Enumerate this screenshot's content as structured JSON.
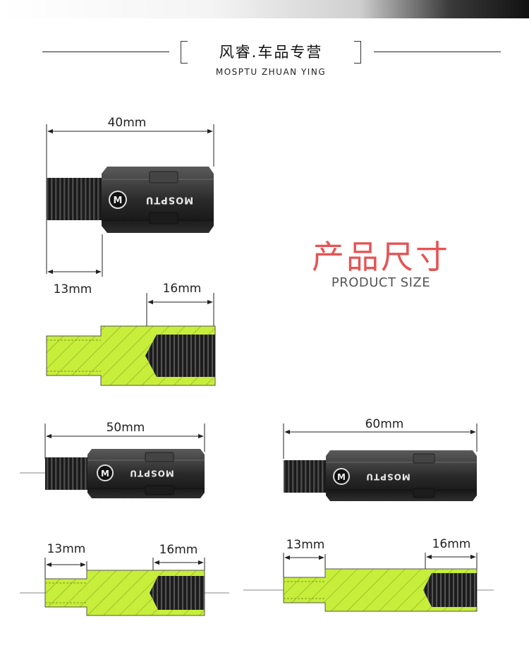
{
  "header": {
    "brand_cn": "风睿.车品专营",
    "brand_en": "MOSPTU ZHUAN YING"
  },
  "section": {
    "title_cn": "产品尺寸",
    "title_en": "PRODUCT SIZE"
  },
  "product_label": "MOSPTU",
  "logo_letter": "M",
  "colors": {
    "section_title": "#e55454",
    "section_fill": "#c6ee3a",
    "body_dark": "#2b2b2b"
  },
  "variants": [
    {
      "total": "40mm",
      "male_thread": "13mm",
      "female_thread": "16mm"
    },
    {
      "total": "50mm",
      "male_thread": "13mm",
      "female_thread": "16mm"
    },
    {
      "total": "60mm",
      "male_thread": "13mm",
      "female_thread": "16mm"
    }
  ]
}
